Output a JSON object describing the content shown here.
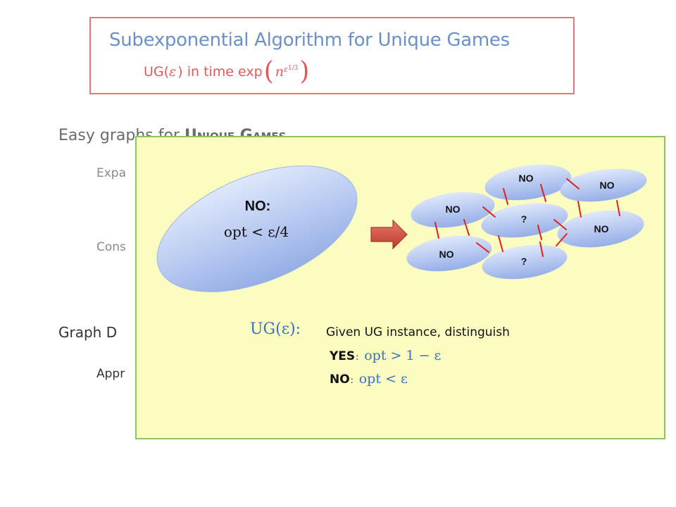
{
  "title": {
    "main": "Subexponential Algorithm for Unique Games",
    "sub_prefix": "UG(",
    "sub_eps": "ε",
    "sub_mid": ") in time exp",
    "sub_n": "n",
    "sub_exp": "ε",
    "sub_exp_pow": "1/3"
  },
  "background": {
    "heading_prefix": "Easy graphs for ",
    "heading_sc": "Unique Games",
    "expa": "Expa",
    "cons": "Cons",
    "paren": ")",
    "graph": "Graph D",
    "appr": "Appr"
  },
  "big_ellipse": {
    "label": "NO:",
    "formula": "opt < ε/4"
  },
  "small_ellipses": [
    {
      "label": "NO"
    },
    {
      "label": "NO"
    },
    {
      "label": "NO"
    },
    {
      "label": "?"
    },
    {
      "label": "NO"
    },
    {
      "label": "NO"
    },
    {
      "label": "?"
    }
  ],
  "definition": {
    "ug": "UG(ε):",
    "given": "Given UG instance, distinguish",
    "yes_kw": "YES",
    "yes_sep": ":",
    "yes_math": "opt > 1 − ε",
    "no_kw": "NO",
    "no_sep": ":",
    "no_math": "opt < ε"
  },
  "colors": {
    "title_blue": "#6b8fc8",
    "title_red": "#e05a5a",
    "overlay_bg": "#fbfcc0",
    "overlay_border": "#8cc46a",
    "arrow": "#d9534f",
    "cut_edges": "#e02020",
    "math_blue": "#3a6fc4"
  }
}
